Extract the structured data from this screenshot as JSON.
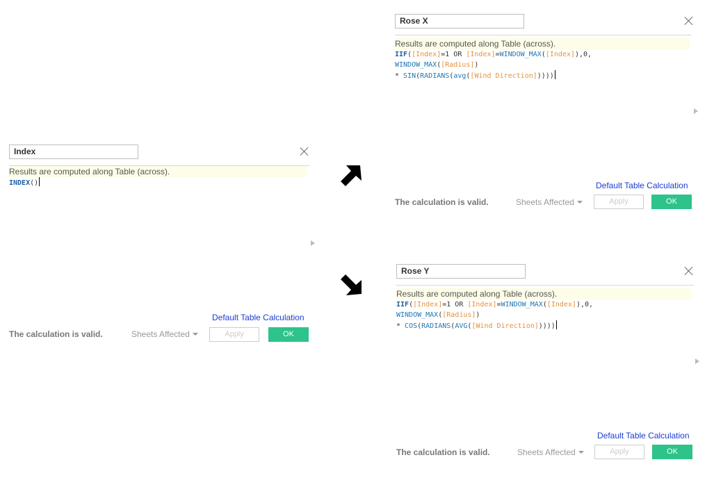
{
  "index_dialog": {
    "name": "Index",
    "info": "Results are computed along Table (across).",
    "code_fn": "INDEX",
    "code_rest": "()",
    "default_link": "Default Table Calculation",
    "valid_text": "The calculation is valid.",
    "sheets_label": "Sheets Affected",
    "apply_label": "Apply",
    "ok_label": "OK"
  },
  "rosex_dialog": {
    "name": "Rose X",
    "info": "Results are computed along Table (across).",
    "line1": {
      "fn": "IIF",
      "p1": "(",
      "f1": "[Index]",
      "t1": "=1 OR ",
      "f2": "[Index]",
      "t2": "=",
      "fn2": "WINDOW_MAX",
      "t3": "(",
      "f3": "[Index]",
      "t4": "),0,"
    },
    "line2": {
      "fn": "WINDOW_MAX",
      "t1": "(",
      "f1": "[Radius]",
      "t2": ")"
    },
    "line3": {
      "t0": "* ",
      "fn": "SIN",
      "t1": "(",
      "fn2": "RADIANS",
      "t2": "(",
      "fn3": "avg",
      "t3": "(",
      "f1": "[Wind Direction]",
      "t4": "))))"
    },
    "default_link": "Default Table Calculation",
    "valid_text": "The calculation is valid.",
    "sheets_label": "Sheets Affected",
    "apply_label": "Apply",
    "ok_label": "OK"
  },
  "rosey_dialog": {
    "name": "Rose Y",
    "info": "Results are computed along Table (across).",
    "line1": {
      "fn": "IIF",
      "p1": "(",
      "f1": "[Index]",
      "t1": "=1 OR ",
      "f2": "[Index]",
      "t2": "=",
      "fn2": "WINDOW_MAX",
      "t3": "(",
      "f3": "[Index]",
      "t4": "),0,"
    },
    "line2": {
      "fn": "WINDOW_MAX",
      "t1": "(",
      "f1": "[Radius]",
      "t2": ")"
    },
    "line3": {
      "t0": "* ",
      "fn": "COS",
      "t1": "(",
      "fn2": "RADIANS",
      "t2": "(",
      "fn3": "AVG",
      "t3": "(",
      "f1": "[Wind Direction]",
      "t4": "))))"
    },
    "default_link": "Default Table Calculation",
    "valid_text": "The calculation is valid.",
    "sheets_label": "Sheets Affected",
    "apply_label": "Apply",
    "ok_label": "OK"
  },
  "colors": {
    "ok": "#2dc38a",
    "link": "#1a3bd6",
    "function": "#1f77b4",
    "field": "#e69138",
    "info_bg": "#fdfde8"
  },
  "icons": [
    "close-icon",
    "expand-icon",
    "arrow-up-right-icon",
    "arrow-down-right-icon"
  ]
}
